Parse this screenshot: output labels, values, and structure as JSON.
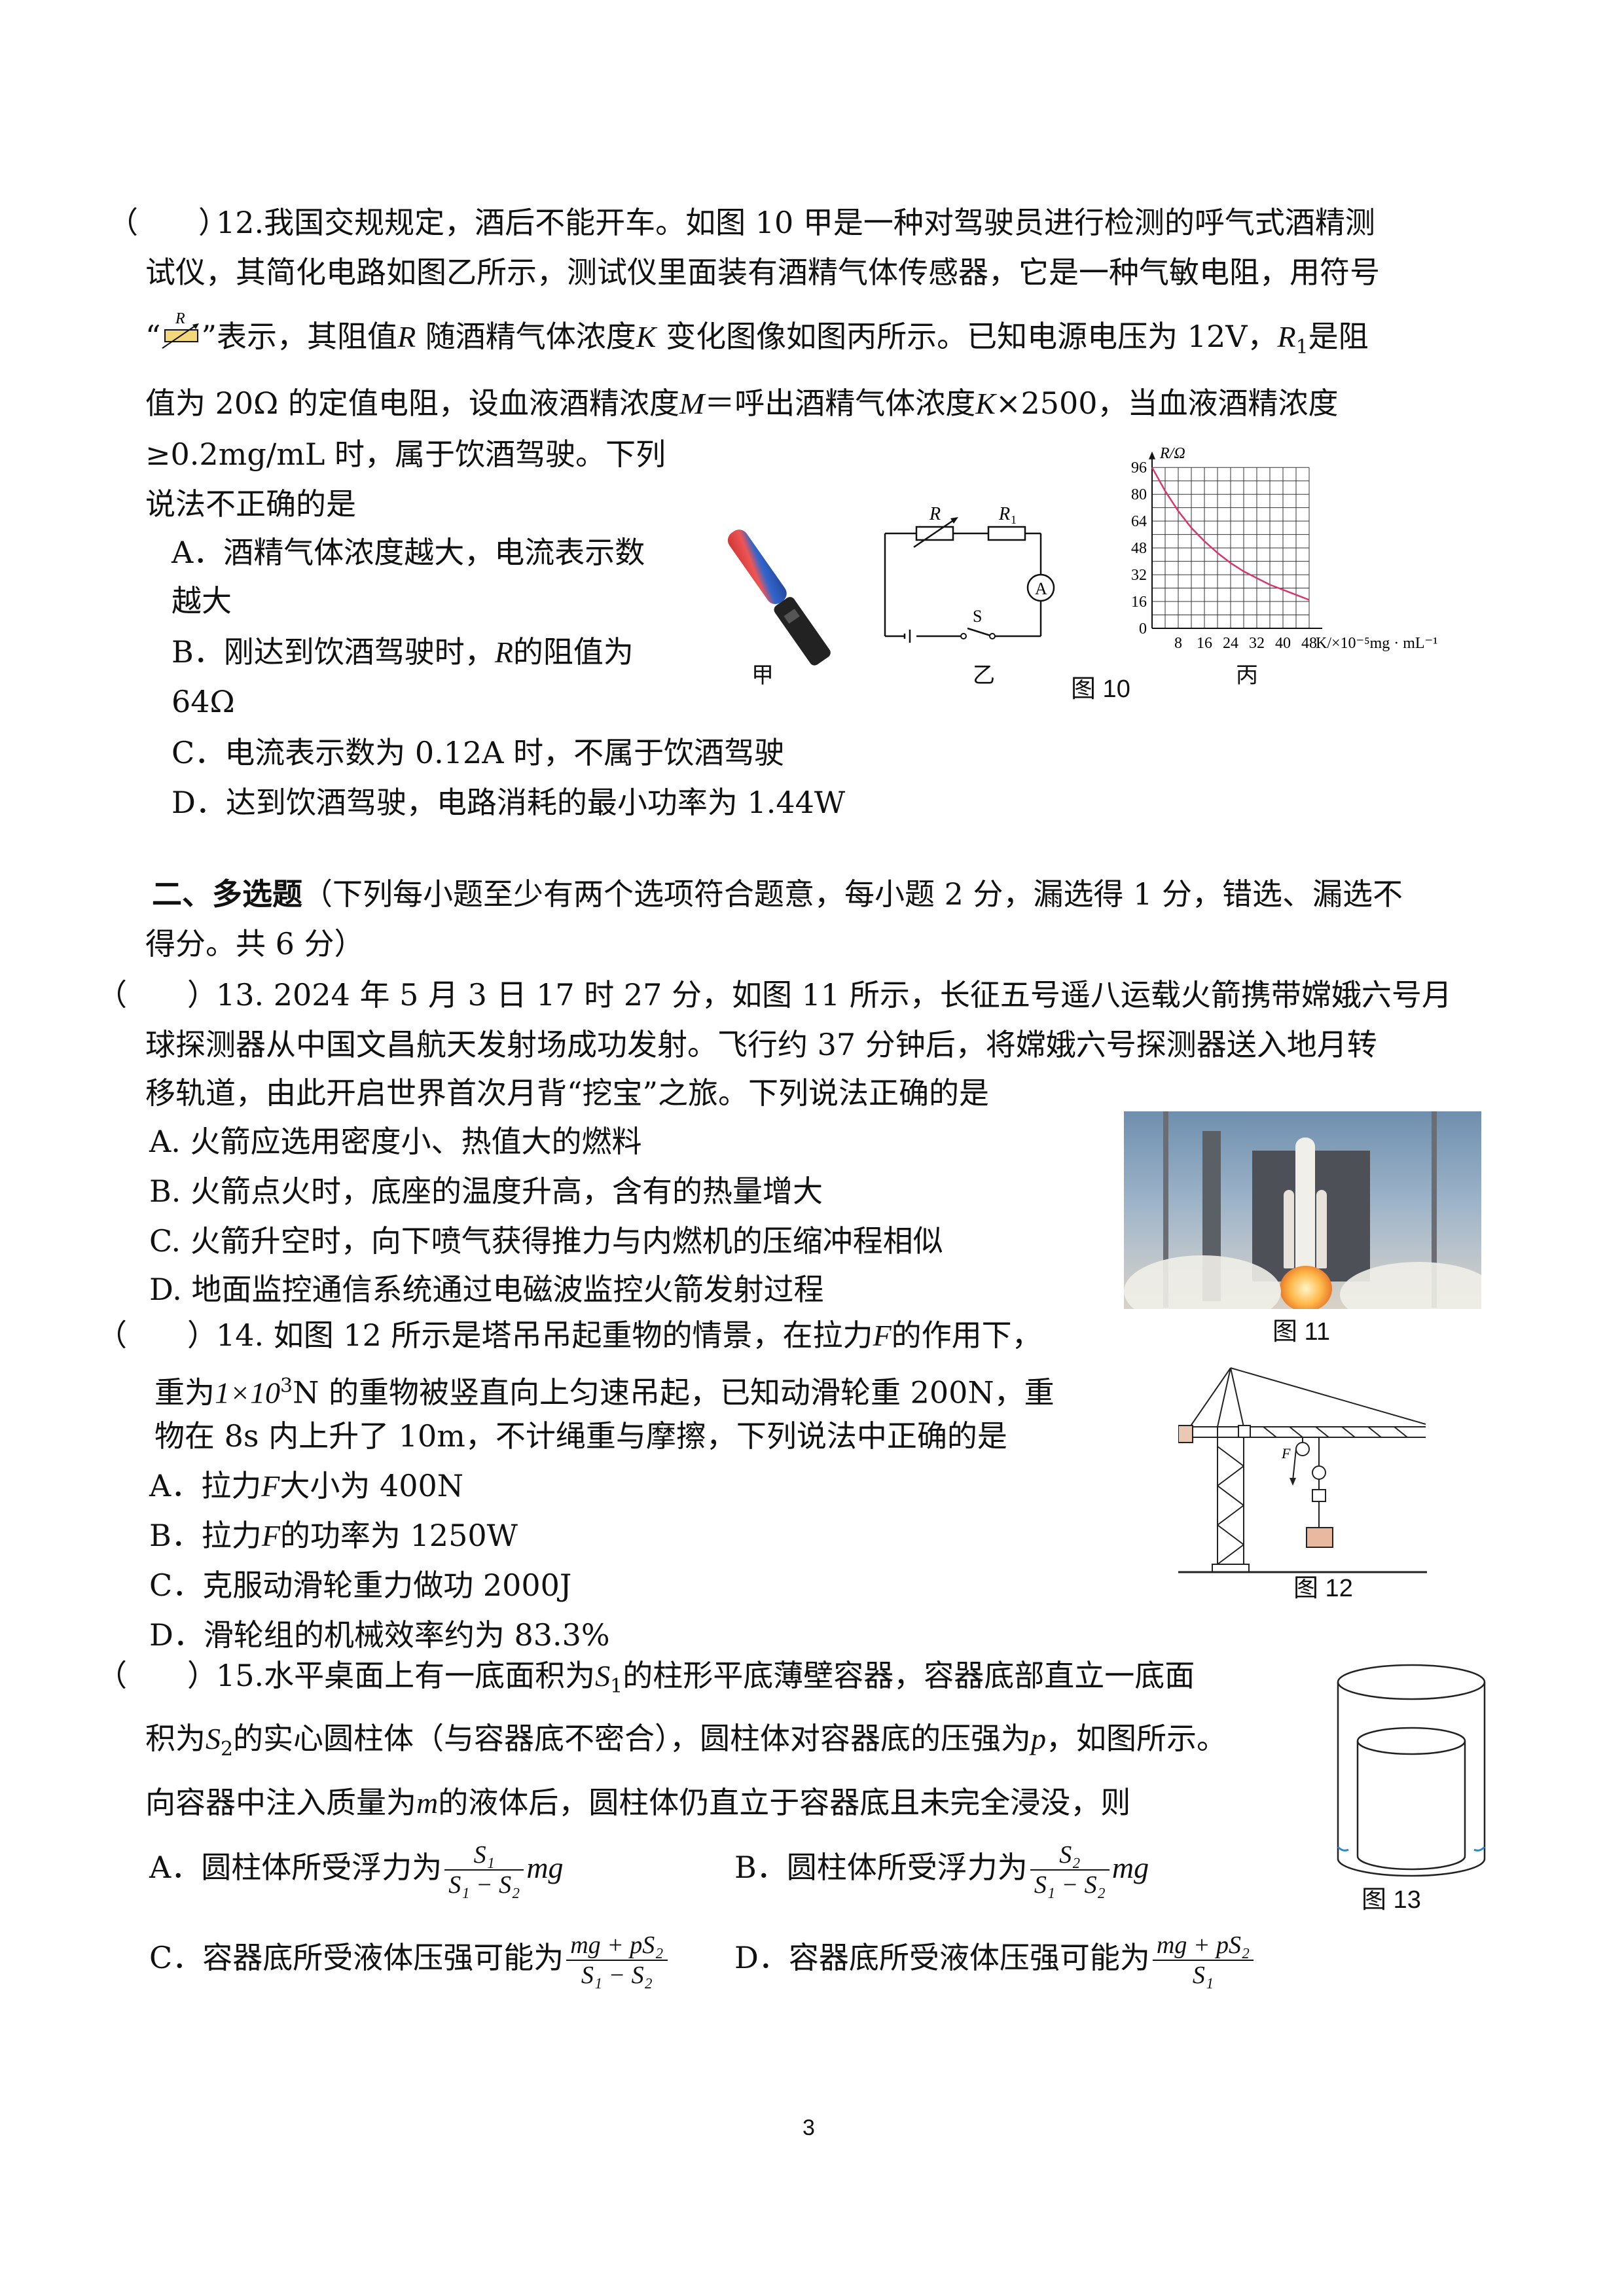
{
  "q12": {
    "paren": "（　　）",
    "line1": "12.我国交规规定，酒后不能开车。如图 10 甲是一种对驾驶员进行检测的呼气式酒精测",
    "line2": "试仪，其简化电路如图乙所示，测试仪里面装有酒精气体传感器，它是一种气敏电阻，用符号",
    "line3_q_open": "“",
    "line3_q_close": "”表示，其阻值",
    "line3_R": "R",
    "line3_mid": "随酒精气体浓度",
    "line3_K": "K",
    "line3_end": "变化图像如图丙所示。已知电源电压为 12V，",
    "line3_R1": "R",
    "line3_R1sub": "1",
    "line3_tail": "是阻",
    "line4": "值为 20Ω 的定值电阻，设血液酒精浓度",
    "line4_M": "M",
    "line4_b": "＝呼出酒精气体浓度",
    "line4_K": "K",
    "line4_c": "×2500，当血液酒精浓度",
    "line5": "≥0.2mg/mL 时，属于饮酒驾驶。下列",
    "line6": "说法不正确的是",
    "optA1": "A．酒精气体浓度越大，电流表示数",
    "optA2": "越大",
    "optB1a": "B．刚达到饮酒驾驶时，",
    "optB1R": "R",
    "optB1b": "的阻值为",
    "optB2": "64Ω",
    "optC": "C．电流表示数为 0.12A 时，不属于饮酒驾驶",
    "optD": "D．达到饮酒驾驶，电路消耗的最小功率为 1.44W",
    "fig_label_jia": "甲",
    "fig_label_yi": "乙",
    "fig_label_bing": "丙",
    "fig_caption": "图 10",
    "circuit": {
      "R": "R",
      "R1": "R",
      "R1sub": "1",
      "A": "A",
      "S": "S"
    },
    "symbol_R": "R"
  },
  "chart_data": {
    "type": "line",
    "ylabel": "R/Ω",
    "xlabel": "K/×10⁻⁵mg · mL⁻¹",
    "yticks": [
      0,
      16,
      32,
      48,
      64,
      80,
      96
    ],
    "xticks": [
      8,
      16,
      24,
      32,
      40,
      48
    ],
    "xlim": [
      0,
      50
    ],
    "ylim": [
      0,
      100
    ],
    "grid": true,
    "series": [
      {
        "x": [
          0,
          4,
          8,
          12,
          16,
          20,
          24,
          28,
          32,
          36,
          40,
          44,
          48
        ],
        "y": [
          96,
          82,
          70,
          60,
          52,
          45,
          39,
          34,
          30,
          26,
          23,
          20,
          17
        ],
        "color": "#d9366a"
      }
    ]
  },
  "section2": {
    "title": "二、多选题",
    "desc1": "（下列每小题至少有两个选项符合题意，每小题 2 分，漏选得 1 分，错选、漏选不",
    "desc2": "得分。共 6 分）"
  },
  "q13": {
    "paren": "（　　）",
    "line1": "13. 2024 年 5 月 3 日 17 时 27 分，如图 11 所示，长征五号遥八运载火箭携带嫦娥六号月",
    "line2": "球探测器从中国文昌航天发射场成功发射。飞行约 37 分钟后，将嫦娥六号探测器送入地月转",
    "line3": "移轨道，由此开启世界首次月背“挖宝”之旅。下列说法正确的是",
    "optA": "A. 火箭应选用密度小、热值大的燃料",
    "optB": "B. 火箭点火时，底座的温度升高，含有的热量增大",
    "optC": "C. 火箭升空时，向下喷气获得推力与内燃机的压缩冲程相似",
    "optD": "D. 地面监控通信系统通过电磁波监控火箭发射过程",
    "fig_caption": "图 11"
  },
  "q14": {
    "paren": "（　　）",
    "line1a": "14. 如图 12 所示是塔吊吊起重物的情景，在拉力",
    "line1F": "F",
    "line1b": "的作用下，",
    "line2a": "重为",
    "line2m": "1×10",
    "line2sup": "3",
    "line2b": "N 的重物被竖直向上匀速吊起，已知动滑轮重 200N，重",
    "line3": "物在 8s 内上升了 10m，不计绳重与摩擦，下列说法中正确的是",
    "optA1": "A．拉力",
    "optAF": "F",
    "optA2": "大小为 400N",
    "optB1": "B．拉力",
    "optBF": "F",
    "optB2": "的功率为 1250W",
    "optC": "C．克服动滑轮重力做功 2000J",
    "optD": "D．滑轮组的机械效率约为 83.3%",
    "fig_caption": "图 12",
    "fig_F": "F"
  },
  "q15": {
    "paren": "（　　）",
    "line1a": "15.水平桌面上有一底面积为",
    "S": "S",
    "sub1": "1",
    "sub2": "2",
    "line1b": "的柱形平底薄壁容器，容器底部直立一底面",
    "line2a": "积为",
    "line2b": "的实心圆柱体（与容器底不密合），圆柱体对容器底的压强为",
    "p": "p",
    "line2c": "，如图所示。",
    "line3a": "向容器中注入质量为",
    "m": "m",
    "line3b": "的液体后，圆柱体仍直立于容器底且未完全浸没，则",
    "optA": "A．圆柱体所受浮力为",
    "optB": "B．圆柱体所受浮力为",
    "optC": "C．容器底所受液体压强可能为",
    "optD": "D．容器底所受液体压强可能为",
    "fracA_num": "S₁",
    "fracB_num": "S₂",
    "frac_den_diff": "S₁ − S₂",
    "frac_mg": "mg",
    "fracCD_num": "mg + pS₂",
    "fracD_den": "S₁",
    "fig_caption": "图 13"
  },
  "page_number": "3"
}
